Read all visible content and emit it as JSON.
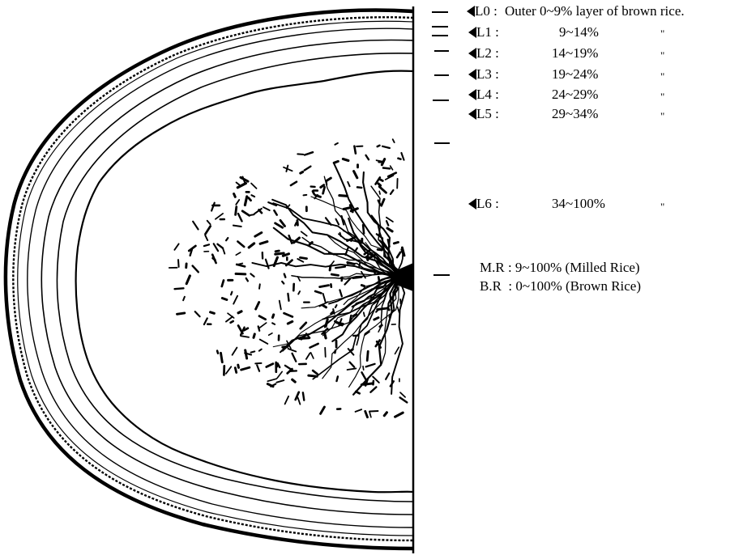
{
  "labels": {
    "L0": {
      "code": "L0 :",
      "text": "Outer 0~9% layer of brown rice."
    },
    "L1": {
      "code": "L1 :",
      "text": "9~14%",
      "ditto": "\""
    },
    "L2": {
      "code": "L2 :",
      "text": "14~19%",
      "ditto": "\""
    },
    "L3": {
      "code": "L3 :",
      "text": "19~24%",
      "ditto": "\""
    },
    "L4": {
      "code": "L4 :",
      "text": "24~29%",
      "ditto": "\""
    },
    "L5": {
      "code": "L5 :",
      "text": "29~34%",
      "ditto": "\""
    },
    "L6": {
      "code": "L6 :",
      "text": "34~100%",
      "ditto": "\""
    }
  },
  "notes": {
    "mr": "M.R : 9~100% (Milled Rice)",
    "br": "B.R  : 0~100% (Brown Rice)"
  },
  "icons": {
    "pointer": "left-triangle-marker"
  },
  "colors": {
    "ink": "#000000",
    "background": "#ffffff"
  }
}
